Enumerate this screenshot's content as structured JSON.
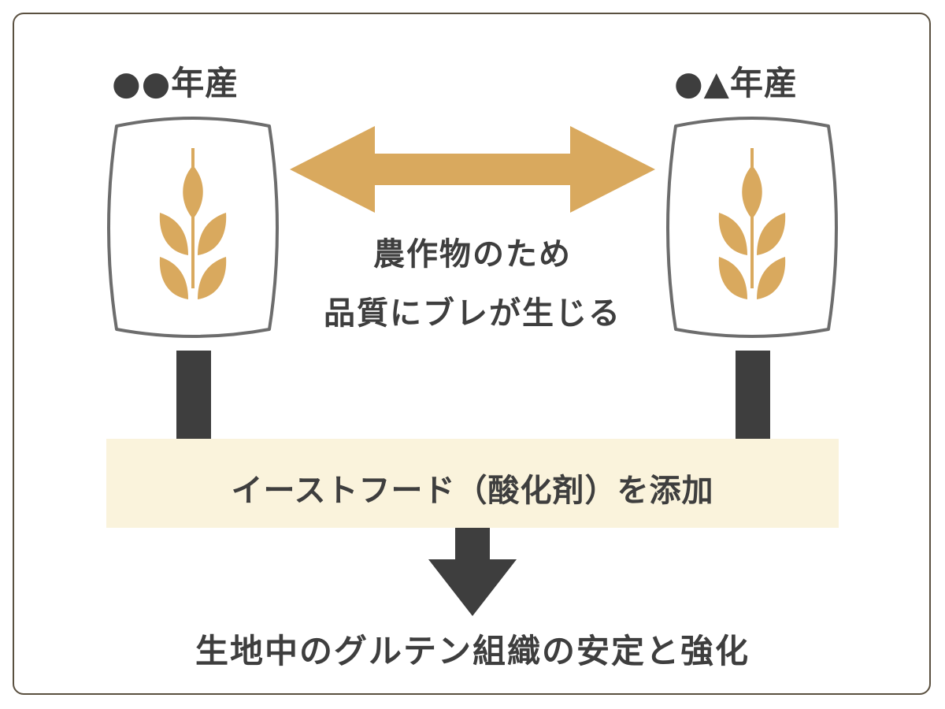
{
  "labels": {
    "year_left": "●●年産",
    "year_right": "●▲年産",
    "quality_line1": "農作物のため",
    "quality_line2": "品質にブレが生じる",
    "additive": "イーストフード（酸化剤）を添加",
    "result": "生地中のグルテン組織の安定と強化"
  },
  "icons": {
    "left_bag": "grain-bag-icon",
    "right_bag": "grain-bag-icon",
    "wheat": "wheat-icon",
    "double_arrow": "double-arrow-icon",
    "down_arrow": "down-arrow-icon"
  },
  "colors": {
    "accent": "#d9a95e",
    "dark": "#3e3e3e",
    "bag_outline": "#6d6d6d",
    "band": "#faf3dc",
    "frame": "#5a5040"
  }
}
